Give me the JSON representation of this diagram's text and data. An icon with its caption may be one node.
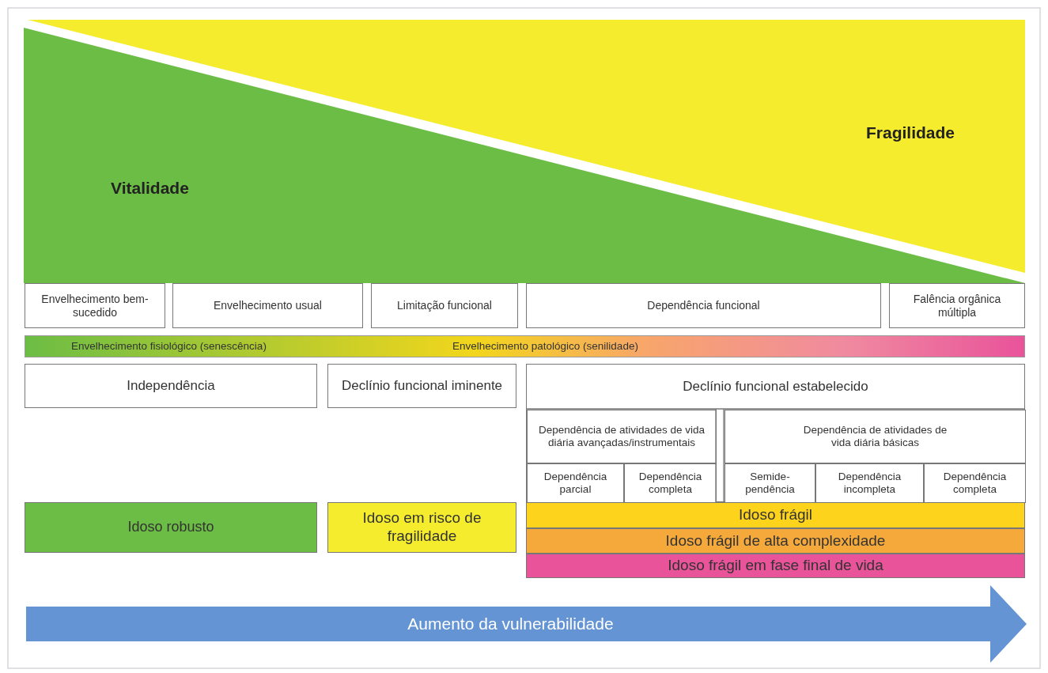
{
  "diagram": {
    "nodes": [
      {
        "text": [
          "Vitalidade"
        ]
      },
      {
        "text": [
          "Fragilidade"
        ]
      },
      {
        "text": [
          "Envelhecimento bem-sucedido"
        ]
      },
      {
        "text": [
          "Envelhecimento usual"
        ]
      },
      {
        "text": [
          "Limitação funcional"
        ]
      },
      {
        "text": [
          "Dependência funcional"
        ]
      },
      {
        "text": [
          "Falência orgânica múltipla"
        ]
      },
      {
        "text": [
          "Envelhecimento fisiológico (senescência)",
          "Envelhecimento patológico (senilidade)"
        ]
      },
      {
        "text": [
          "Independência"
        ]
      },
      {
        "text": [
          "Declínio funcional iminente"
        ]
      },
      {
        "text": [
          "Declínio funcional estabelecido"
        ]
      },
      {
        "text": [
          "Dependência de atividades de vida diária avançadas/instrumentais"
        ],
        "in": 10
      },
      {
        "text": [
          "Dependência parcial"
        ],
        "in": 10
      },
      {
        "text": [
          "Dependência completa"
        ],
        "in": 10
      },
      {
        "text": [
          "Dependência de atividades de vida diária básicas"
        ],
        "in": 10
      },
      {
        "text": [
          "Semide- pendência"
        ],
        "in": 10
      },
      {
        "text": [
          "Dependência incompleta"
        ],
        "in": 10
      },
      {
        "text": [
          "Dependência completa"
        ],
        "in": 10
      },
      {
        "text": [
          "Idoso robusto"
        ]
      },
      {
        "text": [
          "Idoso em risco de fragilidade"
        ]
      },
      {
        "text": [
          "Idoso frágil"
        ]
      },
      {
        "text": [
          "Idoso frágil de alta complexidade"
        ]
      },
      {
        "text": [
          "Idoso frágil em fase final de vida"
        ]
      },
      {
        "text": [
          "Aumento da vulnerabilidade"
        ]
      }
    ]
  }
}
